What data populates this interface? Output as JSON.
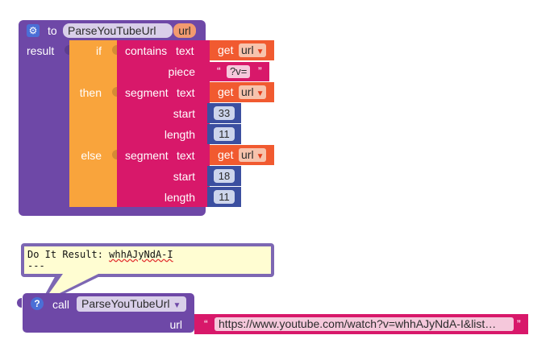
{
  "procedure": {
    "to_label": "to",
    "name": "ParseYouTubeUrl",
    "param": "url",
    "result_label": "result"
  },
  "ifelse": {
    "if_label": "if",
    "then_label": "then",
    "else_label": "else"
  },
  "contains": {
    "title": "contains",
    "text_label": "text",
    "piece_label": "piece",
    "get_label": "get",
    "var": "url",
    "piece_value": "?v="
  },
  "segment_then": {
    "title": "segment",
    "text_label": "text",
    "start_label": "start",
    "length_label": "length",
    "get_label": "get",
    "var": "url",
    "start": "33",
    "length": "11"
  },
  "segment_else": {
    "title": "segment",
    "text_label": "text",
    "start_label": "start",
    "length_label": "length",
    "get_label": "get",
    "var": "url",
    "start": "18",
    "length": "11"
  },
  "result_bubble": {
    "prefix": "Do It Result: ",
    "value": "whhAJyNdA-I",
    "footer": "---"
  },
  "call": {
    "call_label": "call",
    "name": "ParseYouTubeUrl",
    "arg_label": "url",
    "arg_value": "https://www.youtube.com/watch?v=whhAJyNdA-I&list…"
  },
  "colors": {
    "procedure": "#6e48a7",
    "control": "#f9a43c",
    "text": "#d8186a",
    "variable": "#f15a30",
    "math": "#3b4fa0",
    "bubble": "#fffdd2"
  },
  "icons": {
    "mutator": "gear-icon",
    "help": "question-icon",
    "dropdown": "dropdown-arrow-icon"
  }
}
